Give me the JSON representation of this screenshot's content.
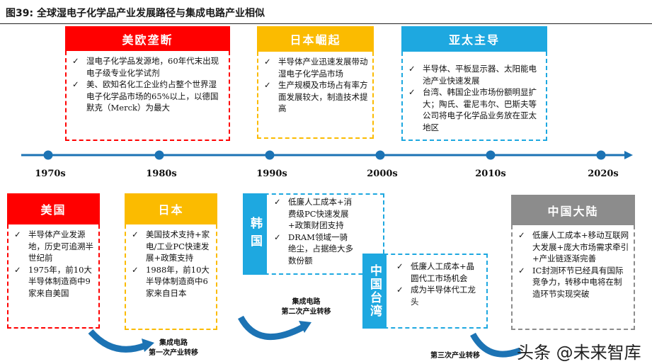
{
  "title": "图39:  全球湿电子化学品产业发展路径与集成电路产业相似",
  "colors": {
    "red": "#ff0000",
    "orange": "#fbbb00",
    "blue": "#1ea8e0",
    "grey": "#8c8c8c",
    "timeline": "#1c73b4"
  },
  "stages": [
    {
      "title": "美欧垄断",
      "items": [
        "湿电子化学品发源地，60年代末出现电子级专业化学试剂",
        "美、欧知名化工企业约占整个世界湿电子化学品市场的65%以上，以德国默克（Merck）为最大"
      ]
    },
    {
      "title": "日本崛起",
      "items": [
        "半导体产业迅速发展带动湿电子化学品市场",
        "生产规模及市场占有率方面发展较大，制造技术提高"
      ]
    },
    {
      "title": "亚太主导",
      "items": [
        "半导体、平板显示器、太阳能电池产业快速发展",
        "台湾、韩国企业市场份额明显扩大；陶氏、霍尼韦尔、巴斯夫等公司将电子化学品业务放在亚太地区"
      ]
    }
  ],
  "timeline": {
    "years": [
      "1970s",
      "1980s",
      "1990s",
      "2000s",
      "2010s",
      "2020s"
    ]
  },
  "regions": [
    {
      "title": "美国",
      "items": [
        "半导体产业发源地，历史可追溯半世纪前",
        "1975年，前10大半导体制造商中9家来自美国"
      ]
    },
    {
      "title": "日本",
      "items": [
        "美国技术支持+家电/工业PC快速发展+政策支持",
        "1988年，前10大半导体制造商中6家来自日本"
      ]
    },
    {
      "title": "韩国",
      "items": [
        "低廉人工成本+消费级PC快速发展+政策财团支持",
        "DRAM领域一骑绝尘，占据绝大多数份额"
      ]
    },
    {
      "title": "中国台湾",
      "items": [
        "低廉人工成本+晶圆代工市场机会",
        "成为半导体代工龙头"
      ]
    },
    {
      "title": "中国大陆",
      "items": [
        "低廉人工成本+移动互联网大发展+庞大市场需求牵引+产业链逐渐完善",
        "IC封测环节已经具有国际竞争力，转移中电将在制造环节实现突破"
      ]
    }
  ],
  "transfers": [
    {
      "line1": "集成电路",
      "line2": "第一次产业转移"
    },
    {
      "line1": "集成电路",
      "line2": "第二次产业转移"
    },
    {
      "line1": "",
      "line2": "第三次产业转移"
    }
  ],
  "check": "✓",
  "watermark": "头条 @未来智库"
}
